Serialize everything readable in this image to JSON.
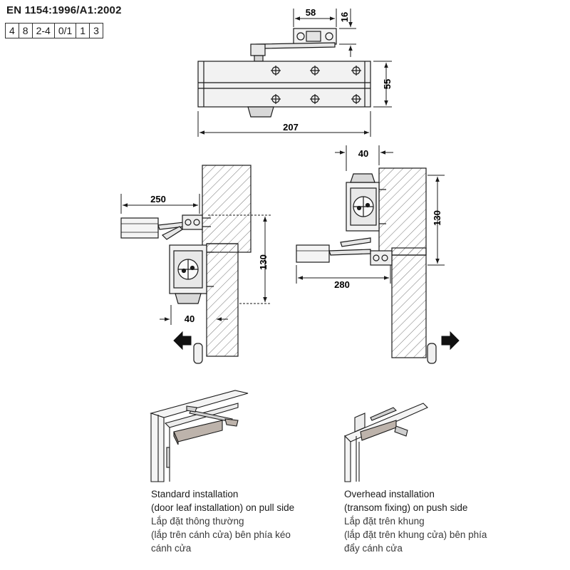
{
  "standard": {
    "title": "EN 1154:1996/A1:2002",
    "classes": [
      "4",
      "8",
      "2-4",
      "0/1",
      "1",
      "3"
    ]
  },
  "dimensions": {
    "d58": "58",
    "d16": "16",
    "d55": "55",
    "d207": "207",
    "d250": "250",
    "d130_left": "130",
    "d40_left": "40",
    "d40_right": "40",
    "d130_right": "130",
    "d280": "280"
  },
  "captions": {
    "standard_installation": {
      "line1": "Standard installation",
      "line2": "(door leaf installation) on pull side",
      "line3": "Lắp đặt thông thường",
      "line4": "(lắp trên cánh cửa) bên phía kéo",
      "line5": "cánh cửa"
    },
    "overhead_installation": {
      "line1": "Overhead installation",
      "line2": "(transom fixing) on push side",
      "line3": "Lắp đặt trên khung",
      "line4": "(lắp đặt trên khung cửa) bên phía",
      "line5": "đẩy cánh cửa"
    }
  },
  "colors": {
    "line": "#1a1a1a",
    "body_fill": "#f2f2f2",
    "device_fill": "#bdb3ab",
    "arrow_fill": "#111111"
  }
}
